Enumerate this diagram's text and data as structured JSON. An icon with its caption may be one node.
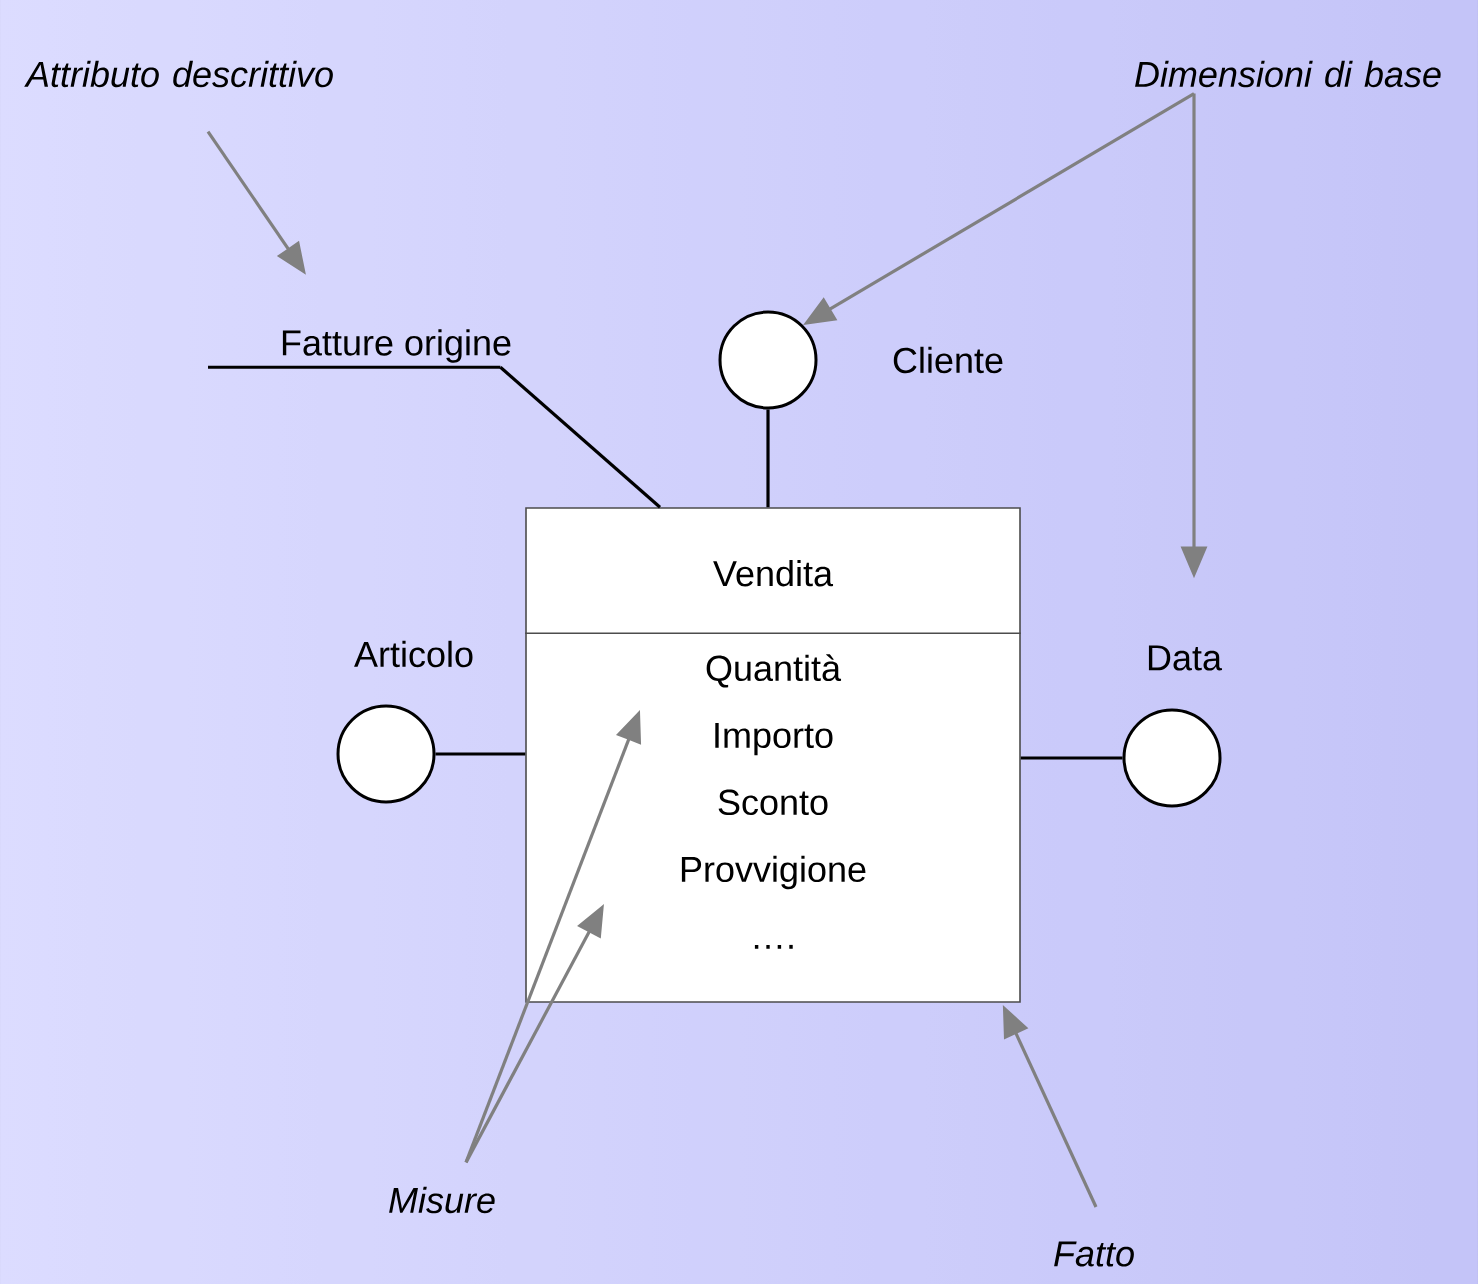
{
  "diagram": {
    "nodes": [
      {
        "text": [
          "Vendita",
          "Quantità Importo Sconto Provvigione …."
        ]
      },
      {
        "text": [],
        "shape": "circle",
        "beside": [
          "Cliente"
        ]
      },
      {
        "text": [],
        "shape": "circle",
        "beside": [
          "Articolo"
        ]
      },
      {
        "text": [],
        "shape": "circle",
        "beside": [
          "Data"
        ]
      },
      {
        "text": [
          "Fatture origine"
        ]
      },
      {
        "text": [
          "Attributo descrittivo"
        ]
      },
      {
        "text": [
          "Dimensioni di base"
        ]
      },
      {
        "text": [
          "Misure"
        ]
      },
      {
        "text": [
          "Fatto"
        ]
      }
    ],
    "edges": [
      {
        "from": 1,
        "to": 0,
        "arrow": "none",
        "color": "#000000"
      },
      {
        "from": 2,
        "to": 0,
        "arrow": "none",
        "color": "#000000"
      },
      {
        "from": 0,
        "to": 3,
        "arrow": "none",
        "color": "#000000"
      },
      {
        "from": 4,
        "to": 0,
        "arrow": "none",
        "color": "#000000"
      },
      {
        "from": 5,
        "to": 4,
        "arrow": "to"
      },
      {
        "from": 6,
        "to": 1,
        "arrow": "to"
      },
      {
        "from": 6,
        "to": 3,
        "arrow": "to"
      },
      {
        "from": 7,
        "to": 0,
        "arrow": "to"
      },
      {
        "from": 7,
        "to": 0,
        "arrow": "to"
      },
      {
        "from": 8,
        "to": 0,
        "arrow": "to"
      }
    ]
  }
}
